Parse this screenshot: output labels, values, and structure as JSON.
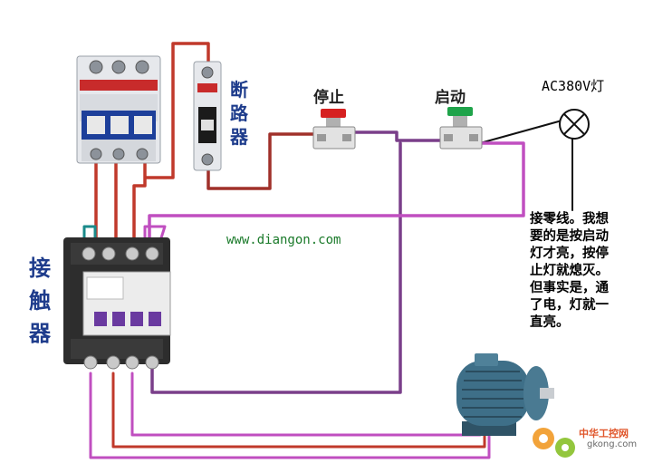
{
  "labels": {
    "breaker": [
      "断",
      "路",
      "器"
    ],
    "contactor": [
      "接",
      "触",
      "器"
    ],
    "stop_button": "停止",
    "start_button": "启动",
    "lamp": "AC380V灯",
    "website": "www.diangon.com",
    "note_lines": [
      "接零线。我想",
      "要的是按启动",
      "灯才亮，按停",
      "止灯就熄灭。",
      "但事实是，通",
      "了电，灯就一",
      "直亮。"
    ]
  },
  "watermark": {
    "cn": "中华工控网",
    "en": "gkong.com"
  },
  "colors": {
    "red_wire": "#c0392b",
    "dark_red_wire": "#8e2a2a",
    "purple_wire": "#7a3f8a",
    "magenta_wire": "#c04fc0",
    "green_button": "#1fa34a",
    "red_button": "#d62020",
    "label_blue": "#1e3c8c",
    "contactor_body": "#2d2d2d",
    "motor_body": "#3e6f88"
  },
  "icons": [
    "lamp-cross-icon",
    "gear-logo-icon"
  ]
}
